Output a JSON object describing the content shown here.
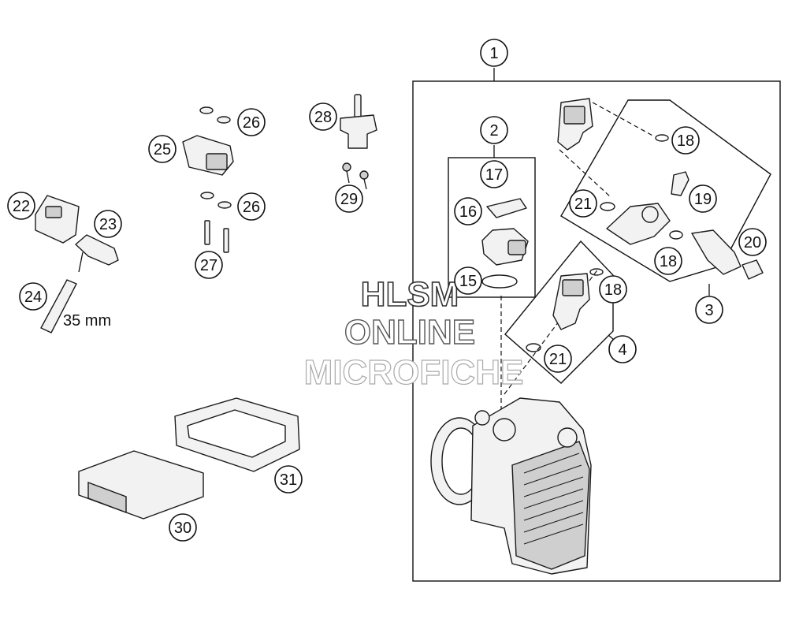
{
  "diagram": {
    "callouts": [
      {
        "id": "c1",
        "label": "1"
      },
      {
        "id": "c2",
        "label": "2"
      },
      {
        "id": "c3",
        "label": "3"
      },
      {
        "id": "c4",
        "label": "4"
      },
      {
        "id": "c15",
        "label": "15"
      },
      {
        "id": "c16",
        "label": "16"
      },
      {
        "id": "c17",
        "label": "17"
      },
      {
        "id": "c18a",
        "label": "18"
      },
      {
        "id": "c18b",
        "label": "18"
      },
      {
        "id": "c18c",
        "label": "18"
      },
      {
        "id": "c19",
        "label": "19"
      },
      {
        "id": "c20",
        "label": "20"
      },
      {
        "id": "c21a",
        "label": "21"
      },
      {
        "id": "c21b",
        "label": "21"
      },
      {
        "id": "c22",
        "label": "22"
      },
      {
        "id": "c23",
        "label": "23"
      },
      {
        "id": "c24",
        "label": "24"
      },
      {
        "id": "c25",
        "label": "25"
      },
      {
        "id": "c26a",
        "label": "26"
      },
      {
        "id": "c26b",
        "label": "26"
      },
      {
        "id": "c27",
        "label": "27"
      },
      {
        "id": "c28",
        "label": "28"
      },
      {
        "id": "c29",
        "label": "29"
      },
      {
        "id": "c30",
        "label": "30"
      },
      {
        "id": "c31",
        "label": "31"
      }
    ],
    "hose_length_label": "35 mm"
  },
  "watermark": {
    "line1": "HLSM",
    "line2": "ONLINE",
    "line3": "MICROFICHE"
  }
}
